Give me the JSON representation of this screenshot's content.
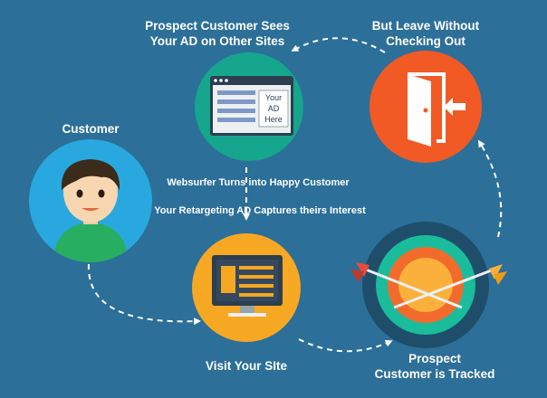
{
  "colors": {
    "background": "#2c6f99",
    "customer_circle": "#29a8df",
    "ad_circle": "#16a58d",
    "exit_circle": "#f15a24",
    "visit_circle": "#f7a823",
    "target_dark": "#1f4e6b",
    "target_teal": "#1abc9c",
    "target_orange": "#f26b2d",
    "target_yellow": "#fbb03b"
  },
  "labels": {
    "customer": "Customer",
    "prospect_sees_ad": "Prospect Customer Sees\nYour AD on Other Sites",
    "leave_without_checkout": "But Leave Without\nChecking Out",
    "websurfer_happy": "Websurfer Turns into Happy Customer",
    "retargeting_captures": "Your Retargeting AD Captures theirs Interest",
    "visit_site": "Visit Your SIte",
    "customer_tracked": "Prospect\nCustomer is Tracked"
  },
  "ad_text": "Your\nAD\nHere",
  "icons": {
    "customer": "person-avatar-icon",
    "ad": "browser-ad-icon",
    "exit": "exit-door-icon",
    "visit": "desktop-monitor-icon",
    "tracked": "target-arrows-icon"
  }
}
